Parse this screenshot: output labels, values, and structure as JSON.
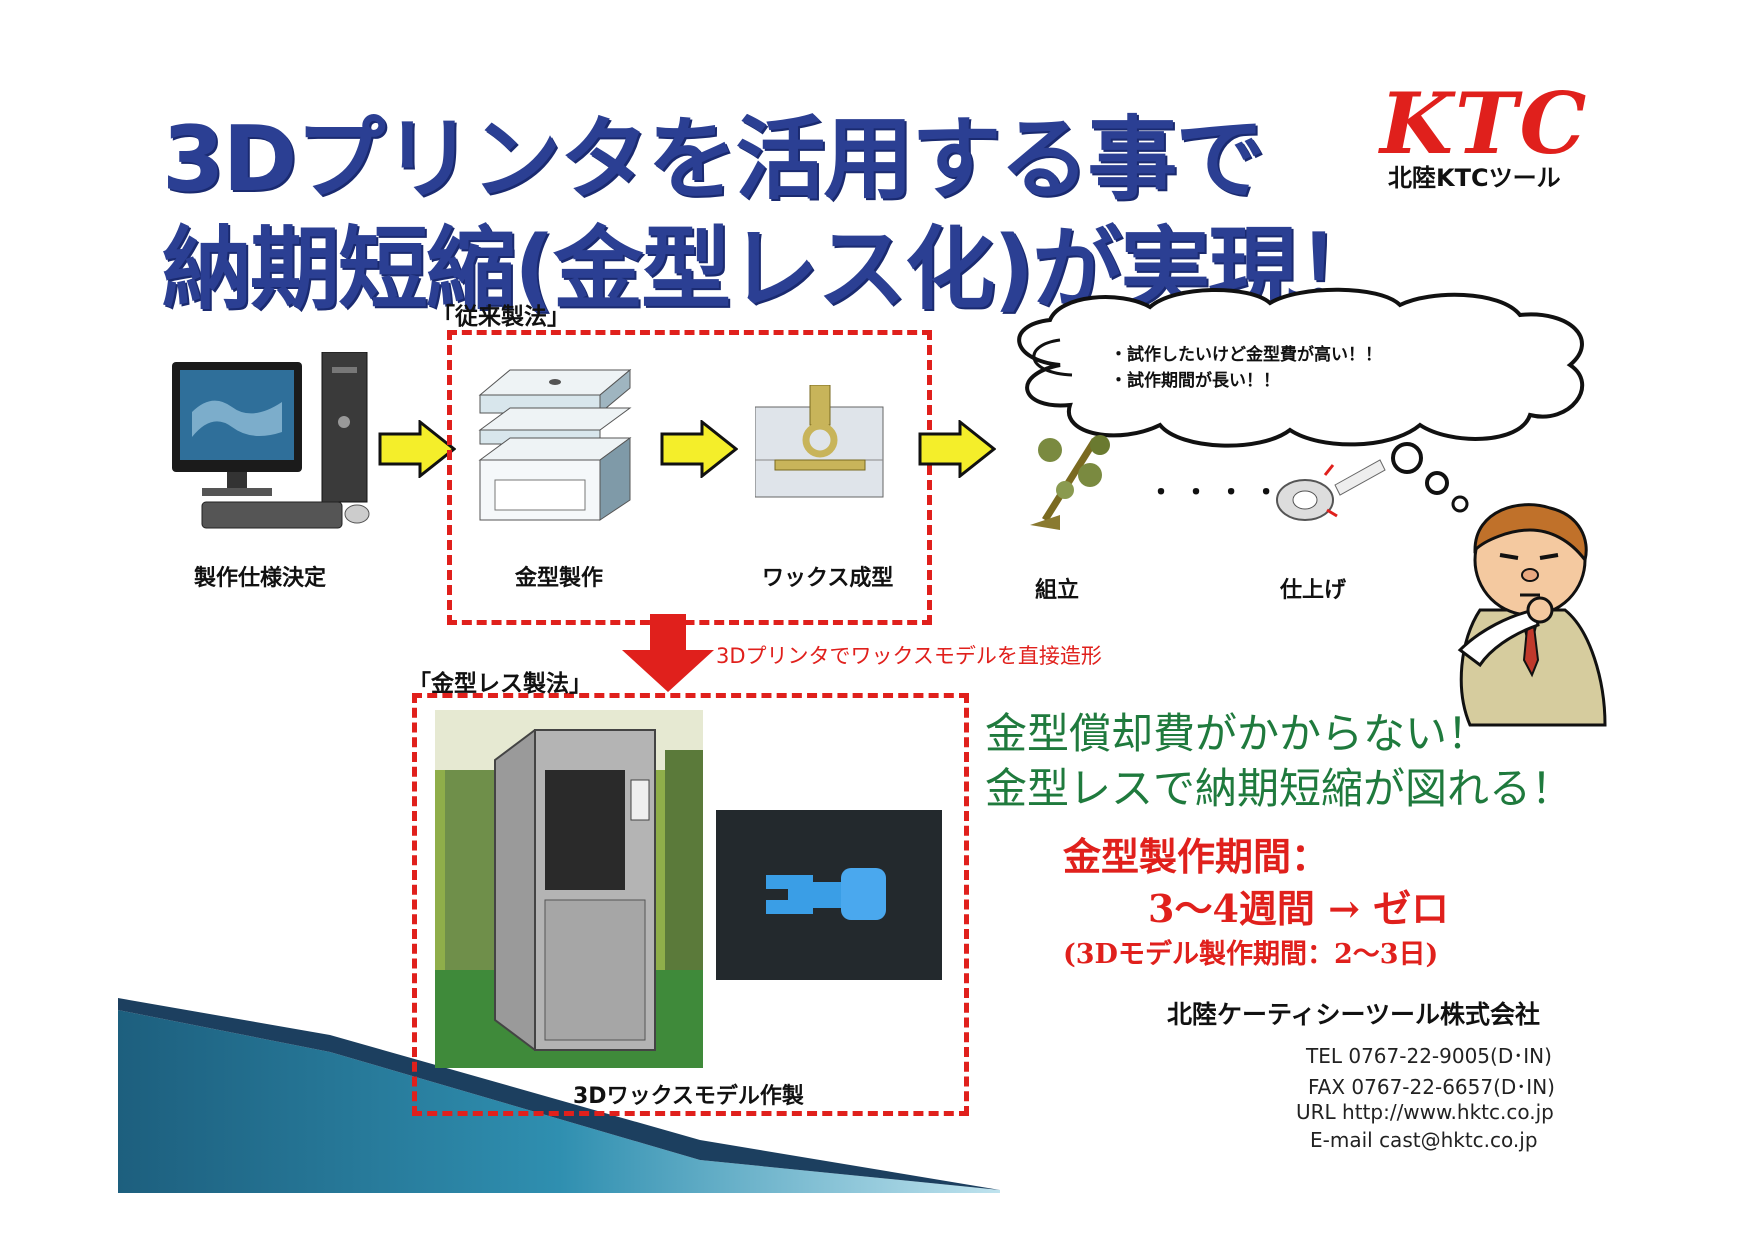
{
  "header": {
    "title_line1": "3Dプリンタを活用する事で",
    "title_line2": "納期短縮(金型レス化)が実現！",
    "logo": "KTC",
    "logo_sub": "北陸KTCツール"
  },
  "conventional": {
    "label": "「従来製法」",
    "steps": {
      "spec": "製作仕様決定",
      "mold": "金型製作",
      "wax": "ワックス成型",
      "assembly": "組立",
      "finish": "仕上げ"
    },
    "dots": "・ ・ ・ ・"
  },
  "thought": {
    "line1": "・試作したいけど金型費が高い！！",
    "line2": "・試作期間が長い！！"
  },
  "moldless": {
    "label": "「金型レス製法」",
    "arrow_caption": "3Dプリンタでワックスモデルを直接造形",
    "photo_caption": "3Dワックスモデル作製"
  },
  "benefits": {
    "line1": "金型償却費がかからない！",
    "line2": "金型レスで納期短縮が図れる！",
    "period_title": "金型製作期間：",
    "period_value": "3～4週間 → ゼロ",
    "period_note": "(3Dモデル製作期間：2～3日)"
  },
  "company": {
    "name": "北陸ケーティシーツール株式会社",
    "tel": "TEL  0767-22-9005(D･IN)",
    "fax": "FAX  0767-22-6657(D･IN)",
    "url": "URL http://www.hktc.co.jp",
    "email": "E-mail cast@hktc.co.jp"
  },
  "colors": {
    "title": "#2b3f93",
    "accent_red": "#e0201c",
    "green": "#1f7a3d",
    "arrow_yellow": "#f4ee2a"
  }
}
